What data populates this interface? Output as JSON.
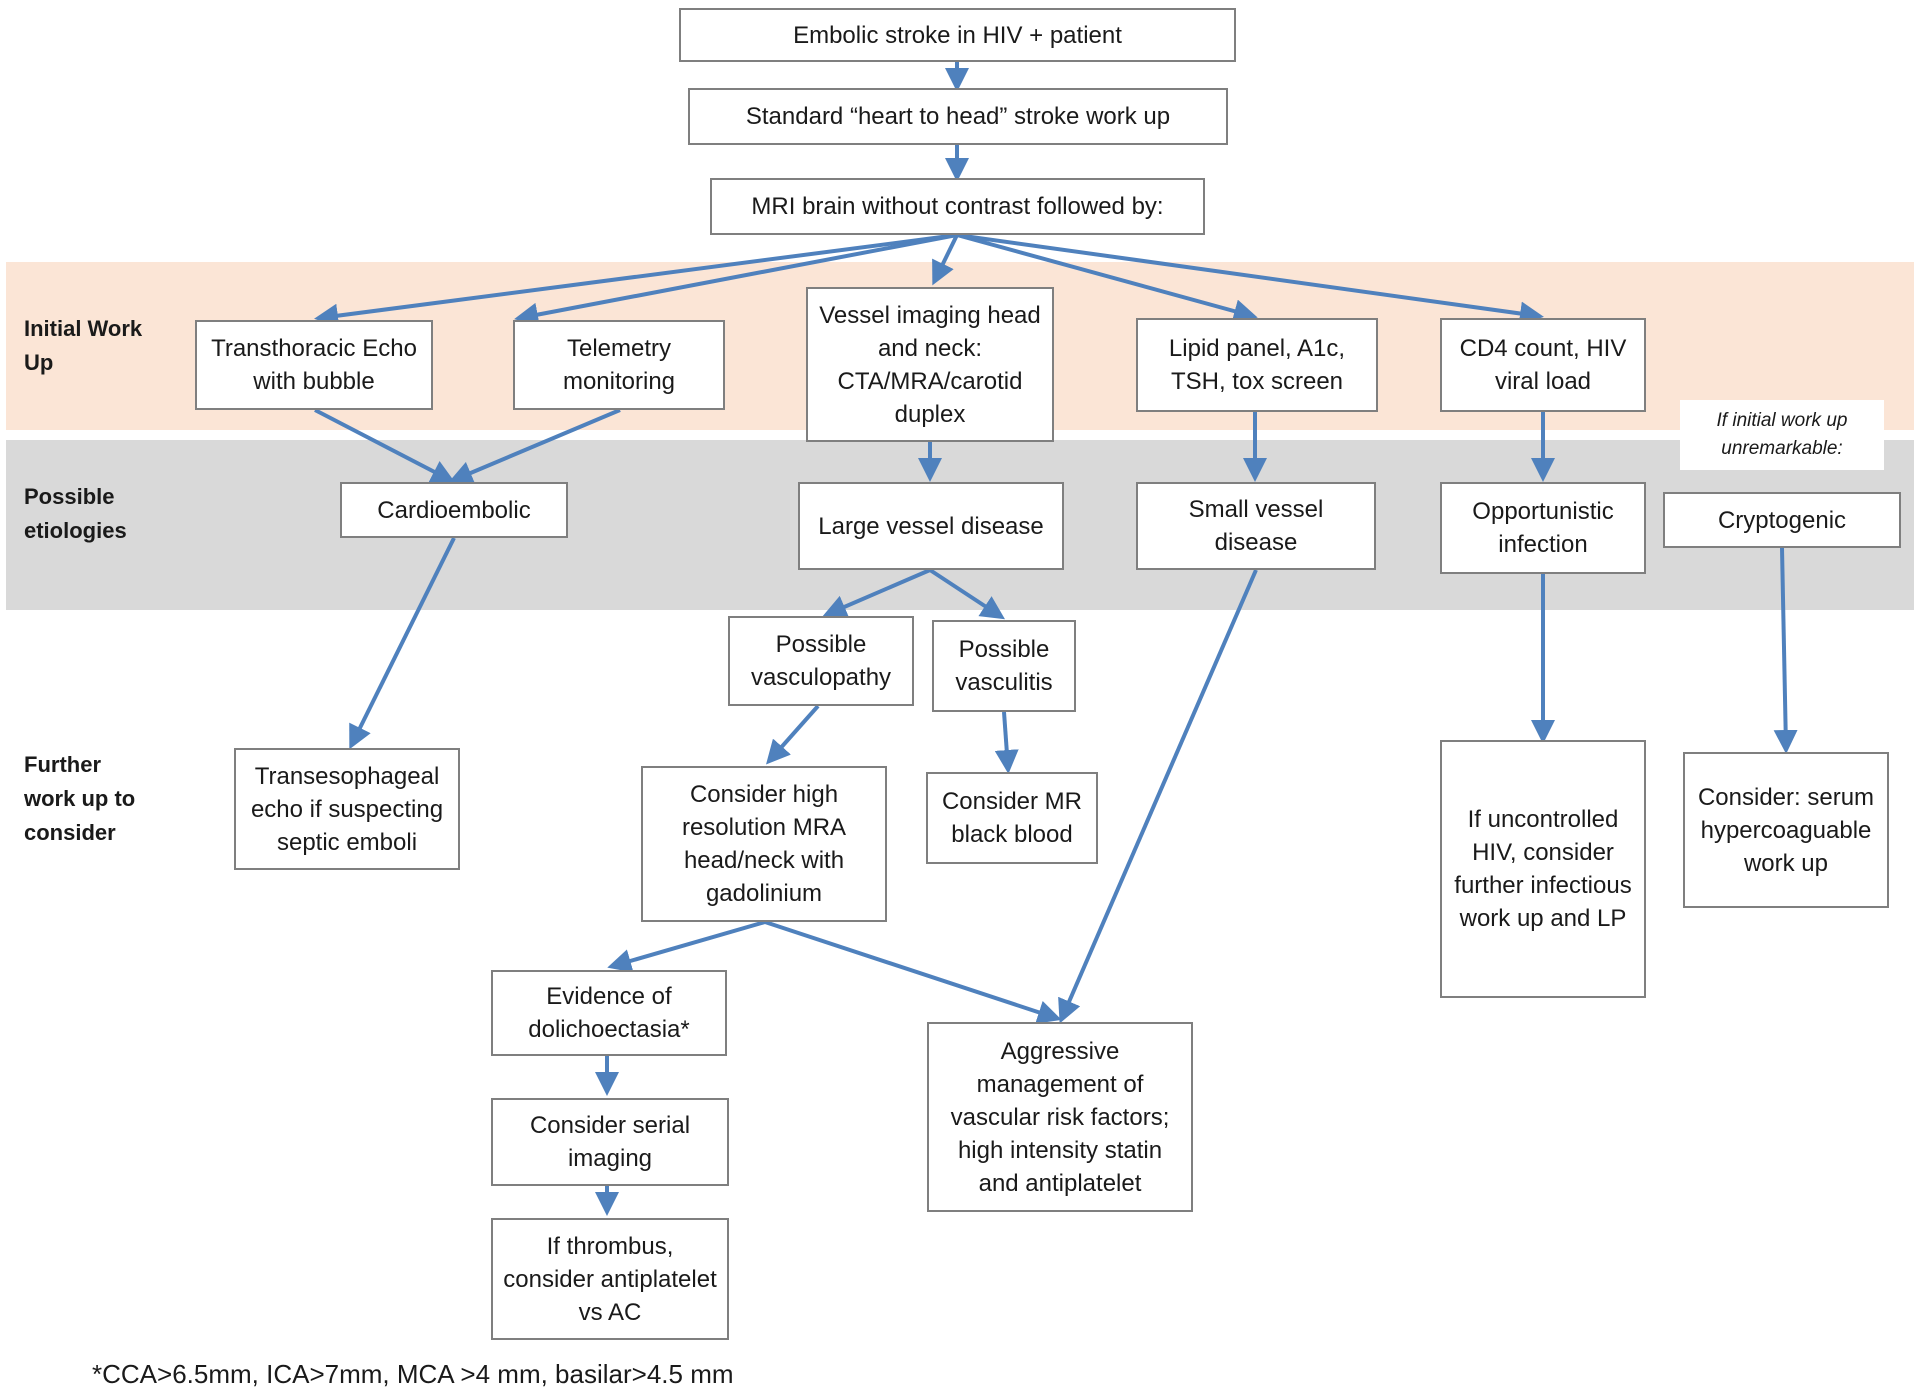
{
  "bands": {
    "initial": "Initial Work\nUp",
    "etiologies": "Possible\netiologies",
    "further": "Further\nwork up to\nconsider"
  },
  "boxes": {
    "embolic": "Embolic stroke in HIV + patient",
    "standard": "Standard “heart to head” stroke work up",
    "mri": "MRI brain without contrast followed by:",
    "echo": "Transthoracic Echo with bubble",
    "telemetry": "Telemetry monitoring",
    "vessel_imaging": "Vessel imaging head and neck: CTA/MRA/carotid duplex",
    "lipid": "Lipid panel, A1c, TSH, tox screen",
    "cd4": "CD4 count, HIV viral load",
    "cardioembolic": "Cardioembolic",
    "large_vessel": "Large vessel disease",
    "small_vessel": "Small vessel disease",
    "opportunistic": "Opportunistic infection",
    "cryptogenic": "Cryptogenic",
    "vasculopathy": "Possible vasculopathy",
    "vasculitis": "Possible vasculitis",
    "tee": "Transesophageal echo if suspecting septic emboli",
    "high_res_mra": "Consider high resolution MRA head/neck with gadolinium",
    "mr_black_blood": "Consider MR black blood",
    "uncontrolled_hiv": "If uncontrolled HIV, consider further infectious work up and LP",
    "hypercoag": "Consider: serum hypercoaguable work up",
    "dolichoectasia": "Evidence of dolichoectasia*",
    "aggressive": "Aggressive management of vascular risk factors; high intensity statin and antiplatelet",
    "serial_imaging": "Consider serial imaging",
    "thrombus": "If thrombus, consider antiplatelet vs AC"
  },
  "note": "If initial work up unremarkable:",
  "footnote": "*CCA>6.5mm, ICA>7mm, MCA >4 mm, basilar>4.5 mm",
  "colors": {
    "arrow": "#4f81bd",
    "box_border": "#7f7f7f",
    "initial_band": "#fbe5d6",
    "etiology_band": "#d9d9d9"
  }
}
